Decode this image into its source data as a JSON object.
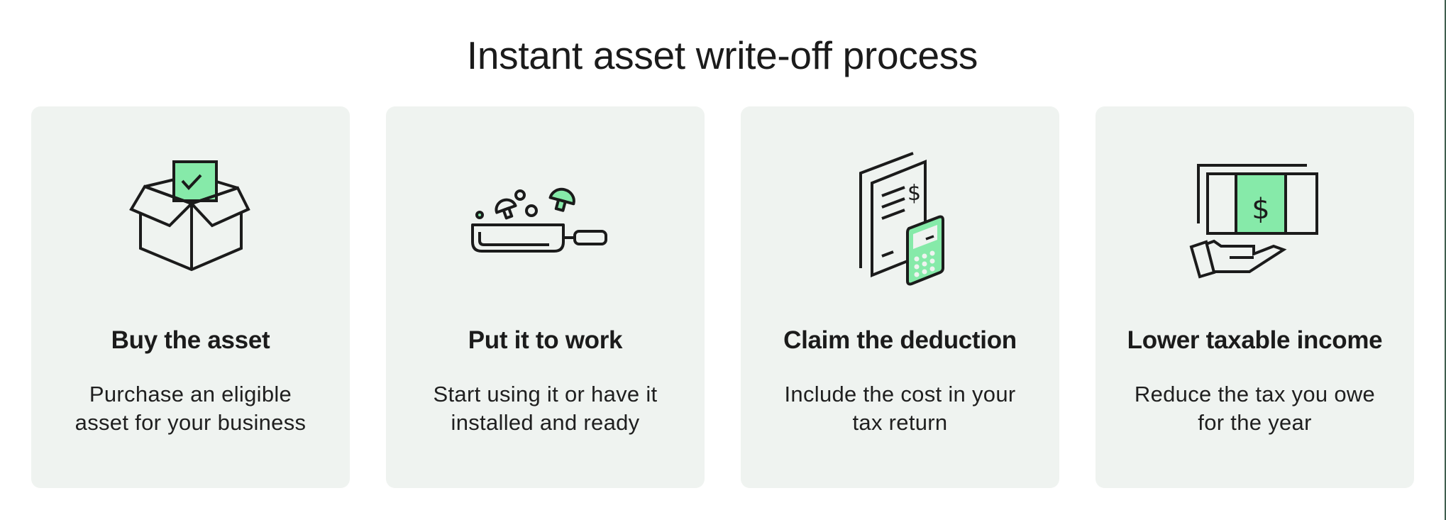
{
  "title": "Instant asset write-off process",
  "colors": {
    "card_background": "#eff3f0",
    "accent_green": "#86eaa9",
    "stroke": "#1b1b1b",
    "right_rule": "#3f5f4e"
  },
  "steps": [
    {
      "icon": "box-with-checkmark-icon",
      "heading": "Buy the asset",
      "body_lines": [
        "Purchase an eligible",
        "asset for your business"
      ]
    },
    {
      "icon": "frying-pan-mushrooms-icon",
      "heading": "Put it to work",
      "body_lines": [
        "Start using it or have it",
        "installed and ready"
      ]
    },
    {
      "icon": "tax-document-calculator-icon",
      "heading": "Claim the deduction",
      "body_lines": [
        "Include the cost in your",
        "tax return"
      ]
    },
    {
      "icon": "hand-receiving-money-icon",
      "heading": "Lower taxable income",
      "body_lines": [
        "Reduce the tax you owe",
        "for the year"
      ]
    }
  ]
}
